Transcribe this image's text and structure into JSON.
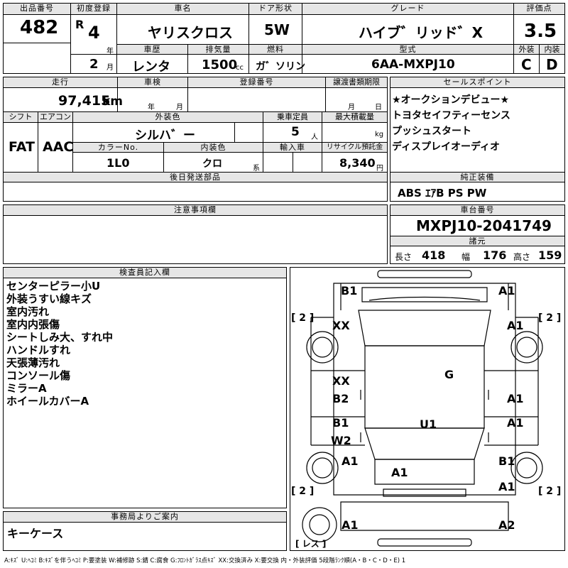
{
  "header": {
    "lot_no_label": "出品番号",
    "lot_no": "482",
    "first_reg_label": "初度登録",
    "era": "R",
    "year": "4",
    "year_unit": "年",
    "month": "2",
    "month_unit": "月",
    "car_name_label": "車名",
    "car_name": "ヤリスクロス",
    "door_label": "ドア形状",
    "door": "5W",
    "grade_label": "グレード",
    "grade": "ハイブ゛リッド゛X",
    "score_label": "評価点",
    "score": "3.5",
    "history_label": "車歴",
    "history": "レンタ",
    "displacement_label": "排気量",
    "displacement": "1500",
    "cc": "cc",
    "fuel_label": "燃料",
    "fuel": "ガ゛ソリン",
    "model_label": "型式",
    "model": "6AA-MXPJ10",
    "ext_label": "外装",
    "ext_grade": "C",
    "int_label": "内装",
    "int_grade": "D"
  },
  "row2": {
    "mileage_label": "走行",
    "mileage": "97,415",
    "km": "km",
    "inspection_label": "車検",
    "insp_year": "年",
    "insp_month": "月",
    "reg_no_label": "登録番号",
    "transfer_label": "譲渡書類期限",
    "tr_month": "月",
    "tr_day": "日",
    "shift_label": "シフト",
    "shift": "FAT",
    "ac_label": "エアコン",
    "ac": "AAC",
    "color_label": "外装色",
    "color": "シルハ゛ー",
    "capacity_label": "乗車定員",
    "capacity": "5",
    "capacity_unit": "人",
    "load_label": "最大積載量",
    "load_unit": "kg",
    "color_no_label": "カラーNo.",
    "color_no": "1L0",
    "interior_color_label": "内装色",
    "interior_color": "クロ",
    "kei": "系",
    "import_label": "輸入車",
    "recycle_label": "リサイクル預託金",
    "recycle": "8,340",
    "yen": "円",
    "later_parts_label": "後日発送部品"
  },
  "sales": {
    "label": "セールスポイント",
    "points": [
      "★オークションデビュー★",
      "トヨタセイフティーセンス",
      "プッシュスタート",
      "ディスプレイオーディオ"
    ]
  },
  "equipment": {
    "label": "純正装備",
    "value": "ABS ｴｱB PS PW"
  },
  "chassis": {
    "label": "車台番号",
    "value": "MXPJ10-2041749"
  },
  "specs": {
    "label": "諸元",
    "length_label": "長さ",
    "length": "418",
    "width_label": "幅",
    "width": "176",
    "height_label": "高さ",
    "height": "159"
  },
  "caution": {
    "label": "注意事項欄"
  },
  "inspector": {
    "label": "検査員記入欄",
    "notes": [
      "センターピラー小U",
      "外装うすい線キズ",
      "室内汚れ",
      "室内内張傷",
      "シートしみ大、すれ中",
      "ハンドルすれ",
      "天張薄汚れ",
      "コンソール傷",
      "ミラーA",
      "ホイールカバーA"
    ]
  },
  "office": {
    "label": "事務局よりご案内",
    "value": "キーケース"
  },
  "diagram": {
    "marks": {
      "front_left": "B1",
      "front_right": "A1",
      "tire_fl": "[ 2 ]",
      "tire_fr": "[ 2 ]",
      "fender_l": "XX",
      "fender_r": "A1",
      "roof": "G",
      "door_fl_1": "XX",
      "door_fl_2": "B2",
      "door_fr": "A1",
      "door_rl_1": "B1",
      "door_rl_2": "W2",
      "door_rr": "A1",
      "center": "U1",
      "qtr_l": "A1",
      "qtr_r": "B1",
      "trunk": "A1",
      "qtr_r2": "A1",
      "tire_rl": "[ 2 ]",
      "tire_rr": "[ 2 ]",
      "rear_l": "A1",
      "rear_r": "A2",
      "spare": "[ レス ]"
    }
  },
  "legend": "A:ｷｽﾞ U:ﾍｺﾐ B:ｷｽﾞを伴うﾍｺﾐ P:要塗装 W:補修跡 S:錆 C:腐食 G:ﾌﾛﾝﾄｶﾞﾗｽ点ｷｽﾞ XX:交換済み X:要交換 内・外装評価 5段階ﾗﾝｸ順(A・B・C・D・E) 1"
}
